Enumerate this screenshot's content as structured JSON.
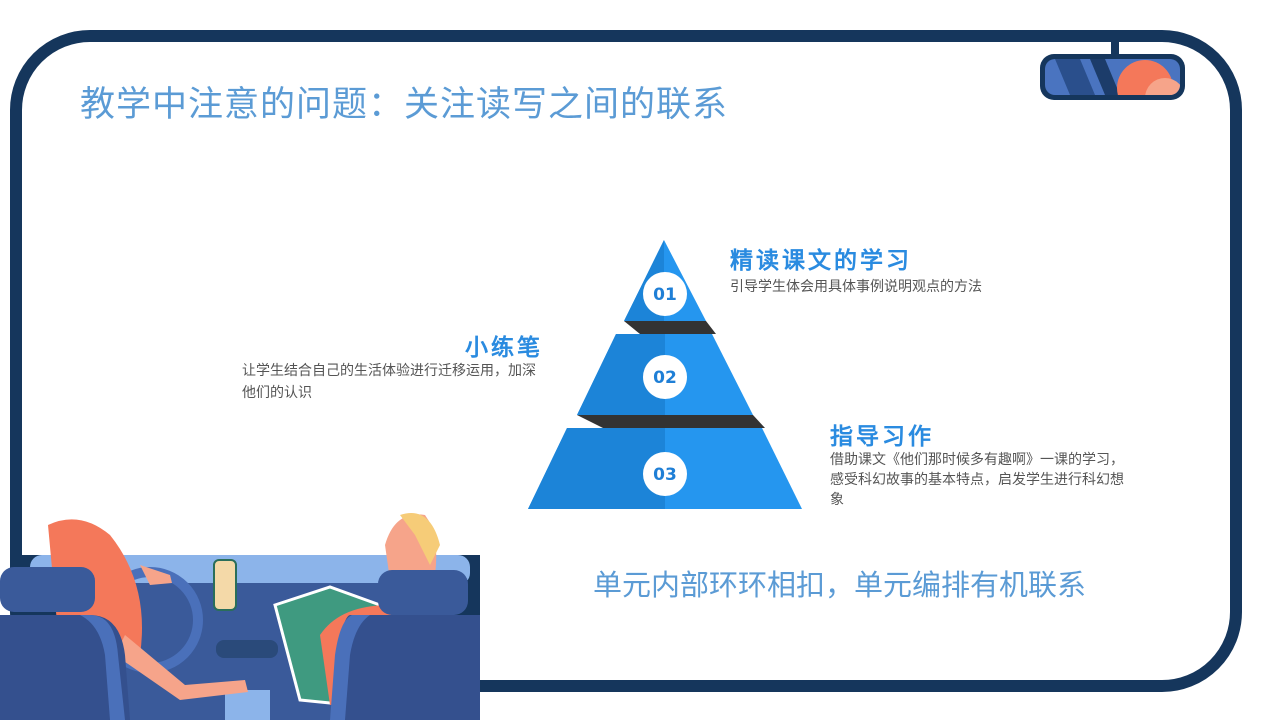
{
  "title": "教学中注意的问题：关注读写之间的联系",
  "pyramid": [
    {
      "number": "01",
      "heading": "精读课文的学习",
      "body": "引导学生体会用具体事例说明观点的方法"
    },
    {
      "number": "02",
      "heading": "小练笔",
      "body": "让学生结合自己的生活体验进行迁移运用，加深他们的认识"
    },
    {
      "number": "03",
      "heading": "指导习作",
      "body": "借助课文《他们那时候多有趣啊》一课的学习，感受科幻故事的基本特点，启发学生进行科幻想象"
    }
  ],
  "summary": "单元内部环环相扣，单元编排有机联系",
  "colors": {
    "frame": "#15365c",
    "accent": "#2a8be0",
    "title": "#5b9bd5"
  }
}
